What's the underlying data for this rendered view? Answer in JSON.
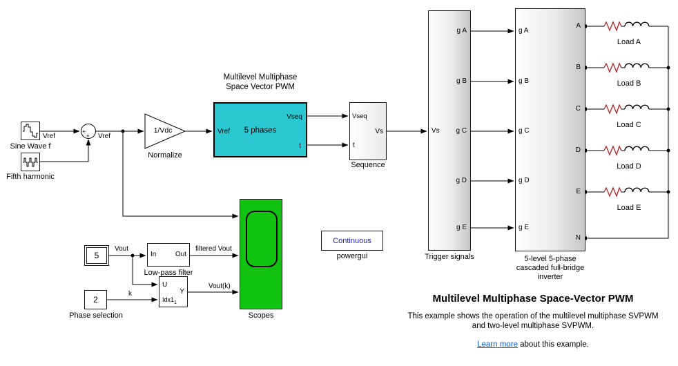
{
  "header_title": {
    "line1": "Multilevel Multiphase",
    "line2": "Space Vector PWM"
  },
  "blocks": {
    "sine_wave": {
      "caption": "Sine Wave f"
    },
    "fifth_harmonic": {
      "caption": "Fifth harmonic"
    },
    "sum": {
      "plus_left": "+",
      "plus_bottom": "+"
    },
    "normalize": {
      "gain": "1/Vdc",
      "caption": "Normalize"
    },
    "pwm": {
      "content": "5 phases",
      "port_in": "Vref",
      "port_out_top": "Vseq",
      "port_out_bottom": "t"
    },
    "sequence": {
      "caption": "Sequence",
      "port_in_top": "Vseq",
      "port_in_bottom": "t",
      "port_out": "Vs"
    },
    "trigger": {
      "caption": "Trigger signals",
      "port_in": "Vs",
      "gates": [
        "g A",
        "g B",
        "g C",
        "g D",
        "g E"
      ]
    },
    "inverter": {
      "caption_line1": "5-level 5-phase",
      "caption_line2": "cascaded full-bridge",
      "caption_line3": "inverter",
      "gates": [
        "g A",
        "g B",
        "g C",
        "g D",
        "g E"
      ],
      "phases": [
        "A",
        "B",
        "C",
        "D",
        "E"
      ],
      "neutral": "N"
    },
    "loads": {
      "labels": [
        "Load A",
        "Load B",
        "Load C",
        "Load D",
        "Load E"
      ]
    },
    "constant_five": {
      "value": "5"
    },
    "low_pass": {
      "caption": "Low-pass filter",
      "port_in": "In",
      "port_out": "Out"
    },
    "constant_two": {
      "value": "2",
      "caption": "Phase selection"
    },
    "selector": {
      "port_u": "U",
      "port_idx": "Idx1",
      "idx_sub": "1",
      "port_y": "Y"
    },
    "scopes": {
      "caption": "Scopes"
    },
    "powergui": {
      "text": "Continuous",
      "caption": "powergui"
    }
  },
  "signals": {
    "vref_a": "Vref",
    "vref_b": "Vref",
    "vout": "Vout",
    "k": "k",
    "filtered_vout": "filtered Vout",
    "vout_k": "Vout(k)"
  },
  "note": {
    "title": "Multilevel Multiphase Space-Vector PWM",
    "body_line1": "This example shows the operation of the multilevel multiphase SVPWM",
    "body_line2": "and two-level multiphase SVPWM.",
    "link_text": "Learn more",
    "after_link": " about this example."
  },
  "colors": {
    "pwm_fill": "#2cc8d2",
    "scope_fill": "#12c312",
    "link": "#0b5cd6",
    "powergui_text": "#2222bb",
    "resistor": "#aa2222"
  }
}
